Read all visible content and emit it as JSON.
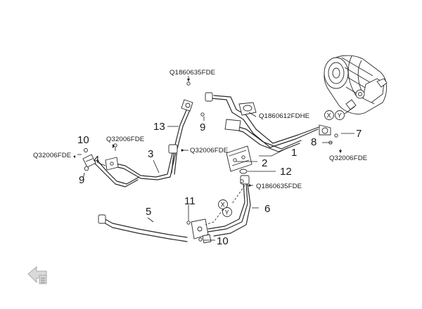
{
  "callouts": {
    "n1": "1",
    "n2": "2",
    "n3": "3",
    "n4": "4",
    "n5": "5",
    "n6": "6",
    "n7": "7",
    "n8": "8",
    "n9a": "9",
    "n9b": "9",
    "n10a": "10",
    "n10b": "10",
    "n11": "11",
    "n12": "12",
    "n13": "13"
  },
  "codes": {
    "top_bolt": "Q1860635FDE",
    "compressor_bolt": "Q1860612FDHE",
    "bracket_bolt": "Q32006FDE",
    "mid_bolt": "Q32006FDE",
    "left_bolt": "Q32006FDE",
    "right_bolt": "Q32006FDE",
    "lower_bolt": "Q1860635FDE"
  },
  "markers": {
    "x": "X",
    "y": "Y"
  }
}
